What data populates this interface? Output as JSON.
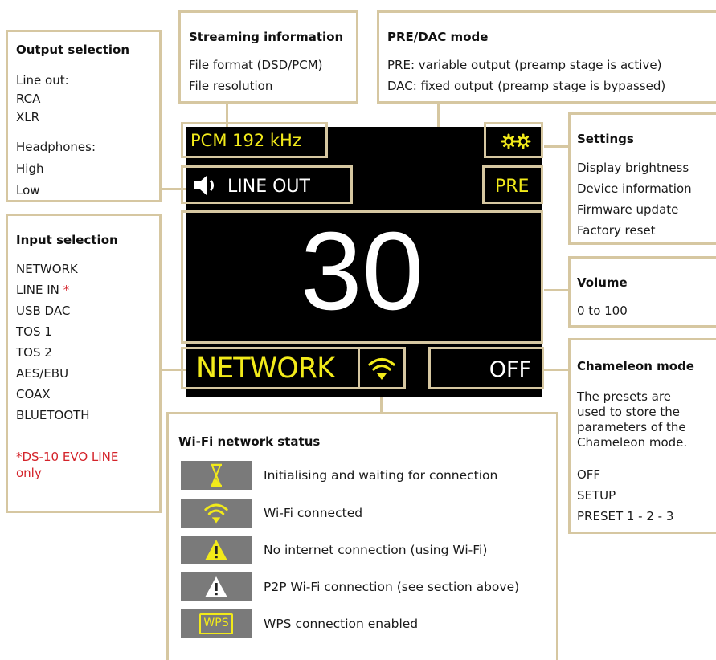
{
  "output_selection": {
    "title": "Output selection",
    "line_out_label": "Line out:",
    "line_out_items": [
      "RCA",
      "XLR"
    ],
    "headphones_label": "Headphones:",
    "headphones_items": [
      "High",
      "Low"
    ]
  },
  "streaming_info": {
    "title": "Streaming information",
    "items": [
      "File format (DSD/PCM)",
      "File resolution"
    ]
  },
  "pre_dac_mode": {
    "title": "PRE/DAC mode",
    "items": [
      "PRE: variable output (preamp stage is active)",
      "DAC: fixed output (preamp stage is bypassed)"
    ]
  },
  "settings": {
    "title": "Settings",
    "items": [
      "Display brightness",
      "Device information",
      "Firmware update",
      "Factory reset"
    ]
  },
  "volume": {
    "title": "Volume",
    "range": "0 to 100"
  },
  "chameleon_mode": {
    "title": "Chameleon mode",
    "description": "The presets are used to store the parameters of the Chameleon mode.",
    "items": [
      "OFF",
      "SETUP",
      "PRESET 1 - 2 - 3"
    ]
  },
  "input_selection": {
    "title": "Input selection",
    "items": [
      "NETWORK",
      "LINE IN",
      "USB DAC",
      "TOS 1",
      "TOS 2",
      "AES/EBU",
      "COAX",
      "BLUETOOTH"
    ],
    "asterisk": "*",
    "footnote": "*DS-10 EVO LINE only"
  },
  "screen": {
    "format": "PCM 192 kHz",
    "output": "LINE OUT",
    "mode": "PRE",
    "volume": "30",
    "input": "NETWORK",
    "chameleon": "OFF"
  },
  "wifi_status": {
    "title": "Wi-Fi network status",
    "rows": [
      {
        "icon": "hourglass-icon",
        "label": "Initialising and waiting for connection"
      },
      {
        "icon": "wifi-icon",
        "label": "Wi-Fi connected"
      },
      {
        "icon": "warning-yellow-icon",
        "label": "No internet connection (using Wi-Fi)"
      },
      {
        "icon": "warning-white-icon",
        "label": "P2P Wi-Fi connection (see section above)"
      },
      {
        "icon": "wps-icon",
        "label": "WPS connection enabled",
        "icon_text": "WPS"
      }
    ]
  },
  "colors": {
    "accent_border": "#d6c7a1",
    "screen_text": "#f2ea1a",
    "screen_bg": "#000000",
    "footnote": "#d4232a",
    "icon_bg": "#7a7a7a"
  }
}
